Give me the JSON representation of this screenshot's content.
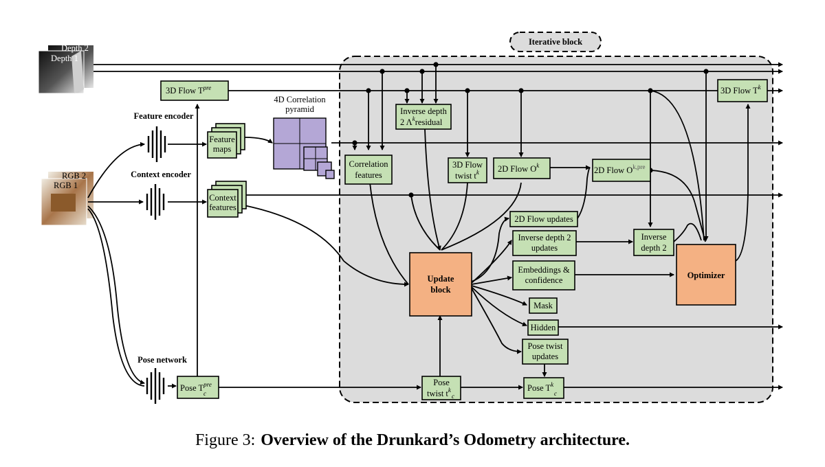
{
  "inputs": {
    "depth_back": "Depth 2",
    "depth_front": "Depth 1",
    "rgb_back": "RGB 2",
    "rgb_front": "RGB 1"
  },
  "encoders": {
    "feature": "Feature encoder",
    "context": "Context encoder",
    "pose": "Pose network"
  },
  "iterative_block": "Iterative block",
  "pyramid": [
    "4D Correlation",
    "pyramid"
  ],
  "boxes": {
    "flow3d_pre": "3D Flow T",
    "flow3d_pre_sup": "pre",
    "feature_maps": [
      "Feature",
      "maps"
    ],
    "context_features": [
      "Context",
      "features"
    ],
    "pose_pre": "Pose T",
    "pose_pre_sup": "pre",
    "pose_pre_sub": "c",
    "correlation": [
      "Correlation",
      "features"
    ],
    "inv_depth_res_1": "Inverse depth",
    "inv_depth_res_2a": "2 Λ",
    "inv_depth_res_sup": "k",
    "inv_depth_res_2b": "residual",
    "twist3d_1": "3D Flow",
    "twist3d_2": "twist t",
    "twist3d_sup": "k",
    "flow2d": "2D Flow O",
    "flow2d_sup": "k",
    "flow2d_pre": "2D Flow O",
    "flow2d_pre_sup": "k,pre",
    "flow3d_k": "3D Flow T",
    "flow3d_k_sup": "k",
    "update_block": [
      "Update",
      "block"
    ],
    "upd_2dflow": "2D Flow updates",
    "upd_invdepth": [
      "Inverse depth 2",
      "updates"
    ],
    "upd_embed": [
      "Embeddings &",
      "confidence"
    ],
    "upd_mask": "Mask",
    "upd_hidden": "Hidden",
    "upd_pose": [
      "Pose twist",
      "updates"
    ],
    "inv_depth2": [
      "Inverse",
      "depth 2"
    ],
    "optimizer": "Optimizer",
    "pose_twist_1": "Pose",
    "pose_twist_2": "twist t",
    "pose_twist_sup": "k",
    "pose_twist_sub": "c",
    "pose_k": "Pose T",
    "pose_k_sup": "k",
    "pose_k_sub": "c"
  },
  "caption": {
    "prefix": "Figure 3:",
    "title": "Overview of the Drunkard’s Odometry architecture."
  },
  "colors": {
    "green_box": "#c5e0b4",
    "orange_box": "#f4b183",
    "iterative_bg": "#dcdcdc",
    "pyramid": "#b4a7d6"
  }
}
